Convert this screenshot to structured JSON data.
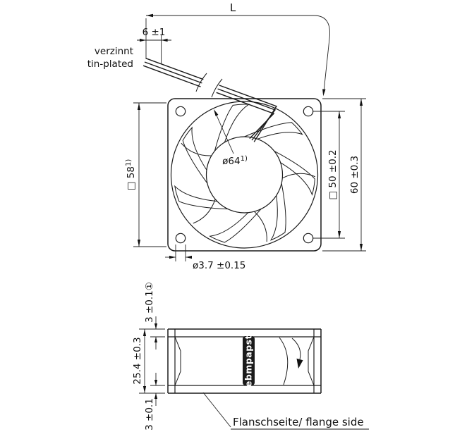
{
  "front_view": {
    "dim_wire_length": "L",
    "dim_tinned_length": "6 ±1",
    "note_tinned_de": "verzinnt",
    "note_tinned_en": "tin-plated",
    "dim_frame_square": "□ 58",
    "dim_frame_square_note": "1)",
    "dim_bore": "ø64",
    "dim_bore_note": "1)",
    "dim_hole_spacing": "□ 50 ±0.2",
    "dim_outer_size": "60 ±0.3",
    "dim_hole_dia": "ø3.7 ±0.15"
  },
  "side_view": {
    "dim_flange_top": "3 ±0.1①",
    "dim_depth": "25.4 ±0.3",
    "dim_flange_bottom": "3 ±0.1",
    "label_flange_side": "Flanschseite/ flange side",
    "logo": "ebmpapst"
  },
  "colors": {
    "line": "#1a1a1a",
    "text": "#111111",
    "logo_bg": "#1a1a1a"
  }
}
